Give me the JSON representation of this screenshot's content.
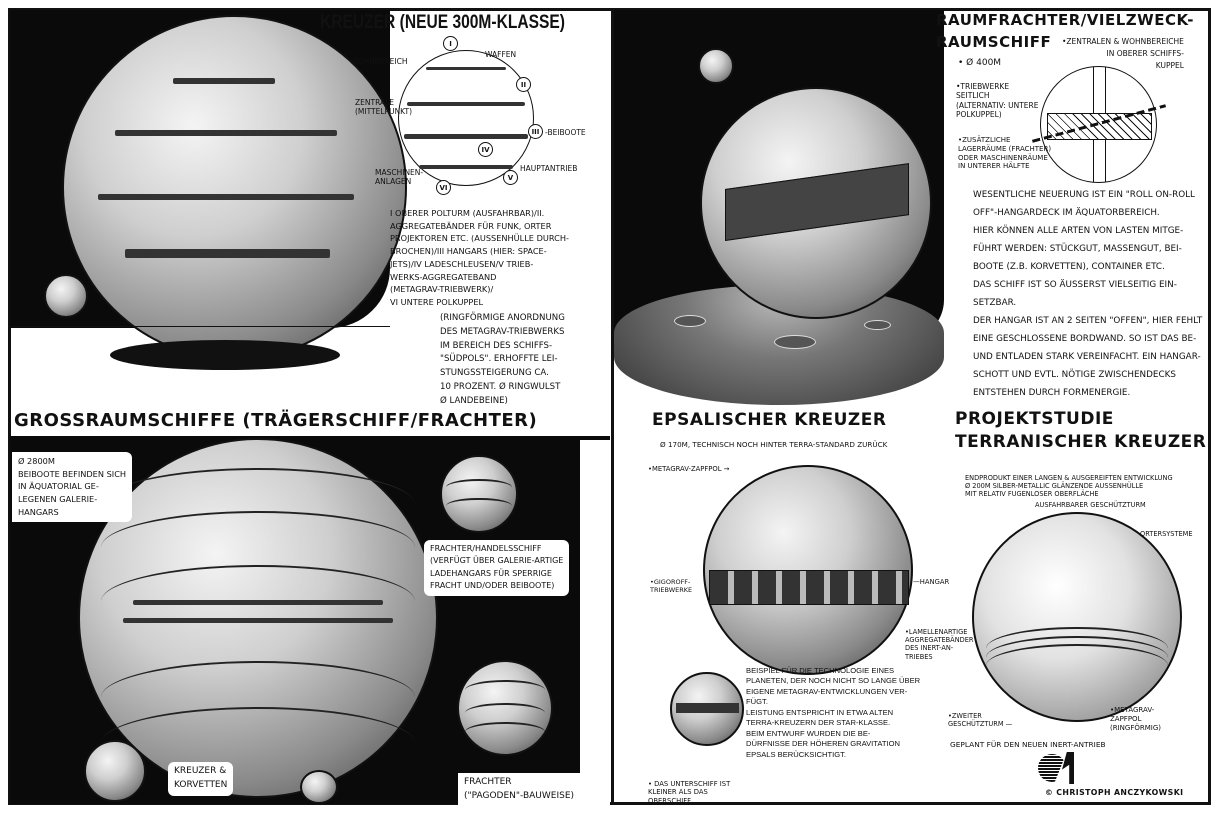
{
  "kreuzer": {
    "title": "KREUZER (NEUE 300M-KLASSE)",
    "diagram_labels": {
      "wohnbereich": "WOHNBEREICH",
      "waffen": "WAFFEN",
      "zentrale": [
        "ZENTRALE",
        "(MITTELPUNKT)"
      ],
      "beiboote": "-BEIBOOTE",
      "hauptantrieb": "HAUPTANTRIEB",
      "maschinen": [
        "MASCHINEN-",
        "ANLAGEN"
      ],
      "roman": [
        "I",
        "II",
        "III",
        "IV",
        "V",
        "VI"
      ]
    },
    "notes": [
      "I OBERER POLTURM (AUSFAHRBAR)/II.",
      "AGGREGATEBÄNDER FÜR FUNK, ORTER",
      "PROJEKTOREN ETC. (AUßENHÜLLE DURCH-",
      "BROCHEN)/III HANGARS (HIER: SPACE-",
      "JETS)/IV LADESCHLEUSEN/V TRIEB-",
      "WERKS-AGGREGATEBAND",
      "(METAGRAV-TRIEBWERK)/",
      "VI UNTERE POLKUPPEL"
    ],
    "notes2": [
      "(RINGFÖRMIGE ANORDNUNG",
      "DES METAGRAV-TRIEBWERKS",
      "IM BEREICH DES SCHIFFS-",
      "\"SÜDPOLS\". ERHOFFTE LEI-",
      "STUNGSSTEIGERUNG CA.",
      "10 PROZENT.  Ø RINGWULST",
      "Ø LANDEBEINE)"
    ]
  },
  "grossraum": {
    "title": "GROSSRAUMSCHIFFE (TRÄGERSCHIFF/FRACHTER)",
    "notes": [
      "Ø 2800m",
      "BEIBOOTE BEFINDEN SICH",
      "IN ÄQUATORIAL GE-",
      "LEGENEN GALERIE-",
      "HANGARS"
    ],
    "frachter_handel": [
      "FRACHTER/HANDELSSCHIFF",
      "(VERFÜGT ÜBER GALERIE-ARTIGE",
      "LADEHANGARS FÜR SPERRIGE",
      "FRACHT UND/ODER BEIBOOTE)"
    ],
    "kreuzer_korvetten": [
      "KREUZER &",
      "KORVETTEN"
    ],
    "frachter_pagoden": [
      "FRACHTER",
      "(\"PAGODEN\"-BAUWEISE)"
    ]
  },
  "raumfrachter": {
    "title": [
      "RAUMFRACHTER/VIELZWECK-",
      "RAUMSCHIFF"
    ],
    "diameter": "• Ø 400m",
    "triebwerke": [
      "•TRIEBWERKE",
      "SEITLICH",
      "(ALTERNATIV: UNTERE",
      "POLKUPPEL)"
    ],
    "lagerraeume": [
      "•ZUSÄTZLICHE",
      "LAGERRÄUME (FRACHTER)",
      "ODER MASCHINENRÄUME",
      "IN UNTERER HÄLFTE"
    ],
    "zentralen": [
      "•ZENTRALEN & WOHNBEREICHE",
      "IN OBERER SCHIFFS-",
      "KUPPEL"
    ],
    "notes": [
      "WESENTLICHE NEUERUNG IST EIN \"ROLL ON-ROLL",
      "OFF\"-HANGARDECK IM ÄQUATORBEREICH.",
      "HIER KÖNNEN ALLE ARTEN VON LASTEN MITGE-",
      "FÜHRT WERDEN: STÜCKGUT, MASSENGUT, BEI-",
      "BOOTE (z.B. KORVETTEN), CONTAINER ETC.",
      "DAS SCHIFF IST SO ÄUßERST VIELSEITIG EIN-",
      "SETZBAR.",
      "DER HANGAR IST AN 2 SEITEN \"OFFEN\", HIER FEHLT",
      "EINE GESCHLOSSENE BORDWAND. SO IST DAS BE-",
      "UND ENTLADEN STARK VEREINFACHT. EIN HANGAR-",
      "SCHOTT UND EVTL. NÖTIGE ZWISCHENDECKS",
      "ENTSTEHEN DURCH FORMENERGIE."
    ]
  },
  "epsal": {
    "title": "EPSALISCHER KREUZER",
    "subtitle": "Ø 170m, TECHNISCH NOCH HINTER TERRA-STANDARD ZURÜCK",
    "zapfpol": "•METAGRAV-ZAPFPOL →",
    "gigoroff": [
      "•GIGOROFF-",
      "TRIEBWERKE"
    ],
    "hangar": "—HANGAR",
    "unterschiff": [
      "• DAS UNTERSCHIFF IST",
      "KLEINER ALS DAS",
      "OBERSCHIFF"
    ],
    "notes": [
      "BEISPIEL FÜR DIE TECHNOLOGIE EINES",
      "PLANETEN, DER NOCH NICHT SO LANGE ÜBER",
      "EIGENE METAGRAV-ENTWICKLUNGEN VER-",
      "FÜGT.",
      "LEISTUNG ENTSPRICHT IN ETWA ALTEN",
      "TERRA-KREUZERN DER STAR-KLASSE.",
      "BEIM ENTWURF WURDEN DIE BE-",
      "DÜRFNISSE DER HÖHEREN GRAVITATION",
      "EPSALS BERÜCKSICHTIGT."
    ]
  },
  "terra": {
    "title": [
      "PROJEKTSTUDIE",
      "TERRANISCHER KREUZER"
    ],
    "intro": [
      "ENDPRODUKT EINER LANGEN & AUSGEREIFTEN ENTWICKLUNG",
      "Ø 200m SILBER-METALLIC GLÄNZENDE AUßENHÜLLE",
      "MIT RELATIV FUGENLOSER OBERFLÄCHE"
    ],
    "turm": "AUSFAHRBARER GESCHÜTZTURM",
    "ortersysteme": "ORTERSYSTEME",
    "lamellen": [
      "•LAMELLENARTIGE",
      "AGGREGATEBÄNDER",
      "DES INERT-AN-",
      "TRIEBES"
    ],
    "zweiter": [
      "•ZWEITER",
      "GESCHÜTZTURM —"
    ],
    "zapfpol": [
      "•METAGRAV-",
      "ZAPFPOL",
      "(RINGFÖRMIG)"
    ],
    "geplant": "GEPLANT FÜR DEN NEUEN INERT-ANTRIEB"
  },
  "signature": {
    "logo_text": "CA",
    "copyright": "© CHRISTOPH ANCZYKOWSKI"
  }
}
